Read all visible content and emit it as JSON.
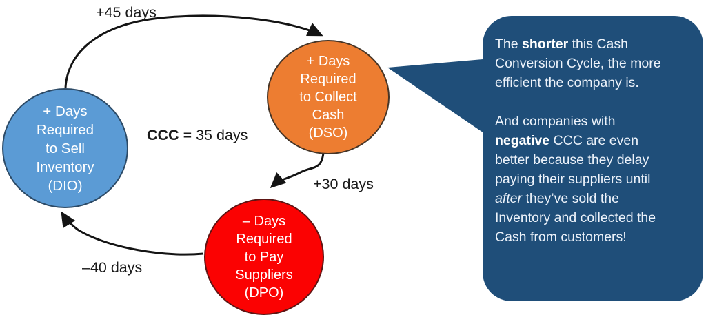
{
  "diagram": {
    "background": "#ffffff",
    "arrow_color": "#141414",
    "center_label": {
      "bold": "CCC",
      "rest": " = 35 days"
    },
    "nodes": [
      {
        "id": "dio",
        "label": "+ Days\nRequired\nto Sell\nInventory\n(DIO)",
        "fill": "#5B9BD5",
        "border": "#2C4A66",
        "text_color": "#ffffff"
      },
      {
        "id": "dso",
        "label": "+ Days\nRequired\nto Collect\nCash\n(DSO)",
        "fill": "#ED7D31",
        "border": "#463527",
        "text_color": "#ffffff"
      },
      {
        "id": "dpo",
        "label": "– Days\nRequired\nto Pay\nSuppliers\n(DPO)",
        "fill": "#FB0202",
        "border": "#5E1514",
        "text_color": "#ffffff"
      }
    ],
    "arrows": [
      {
        "id": "dio-to-dso",
        "label": "+45 days"
      },
      {
        "id": "dso-to-dpo",
        "label": "+30 days"
      },
      {
        "id": "dpo-to-dio",
        "label": "–40 days"
      }
    ]
  },
  "callout": {
    "bg": "#1F4E79",
    "text_color": "#ECF2FA",
    "p1": {
      "pre": "The ",
      "bold": "shorter",
      "post": " this Cash Conversion Cycle, the more efficient the company is."
    },
    "p2": {
      "pre": "And companies with ",
      "bold": "negative",
      "mid": " CCC are even better because they delay paying their suppliers until ",
      "italic": "after",
      "post": " they’ve sold the Inventory and collected the Cash from customers!"
    }
  }
}
